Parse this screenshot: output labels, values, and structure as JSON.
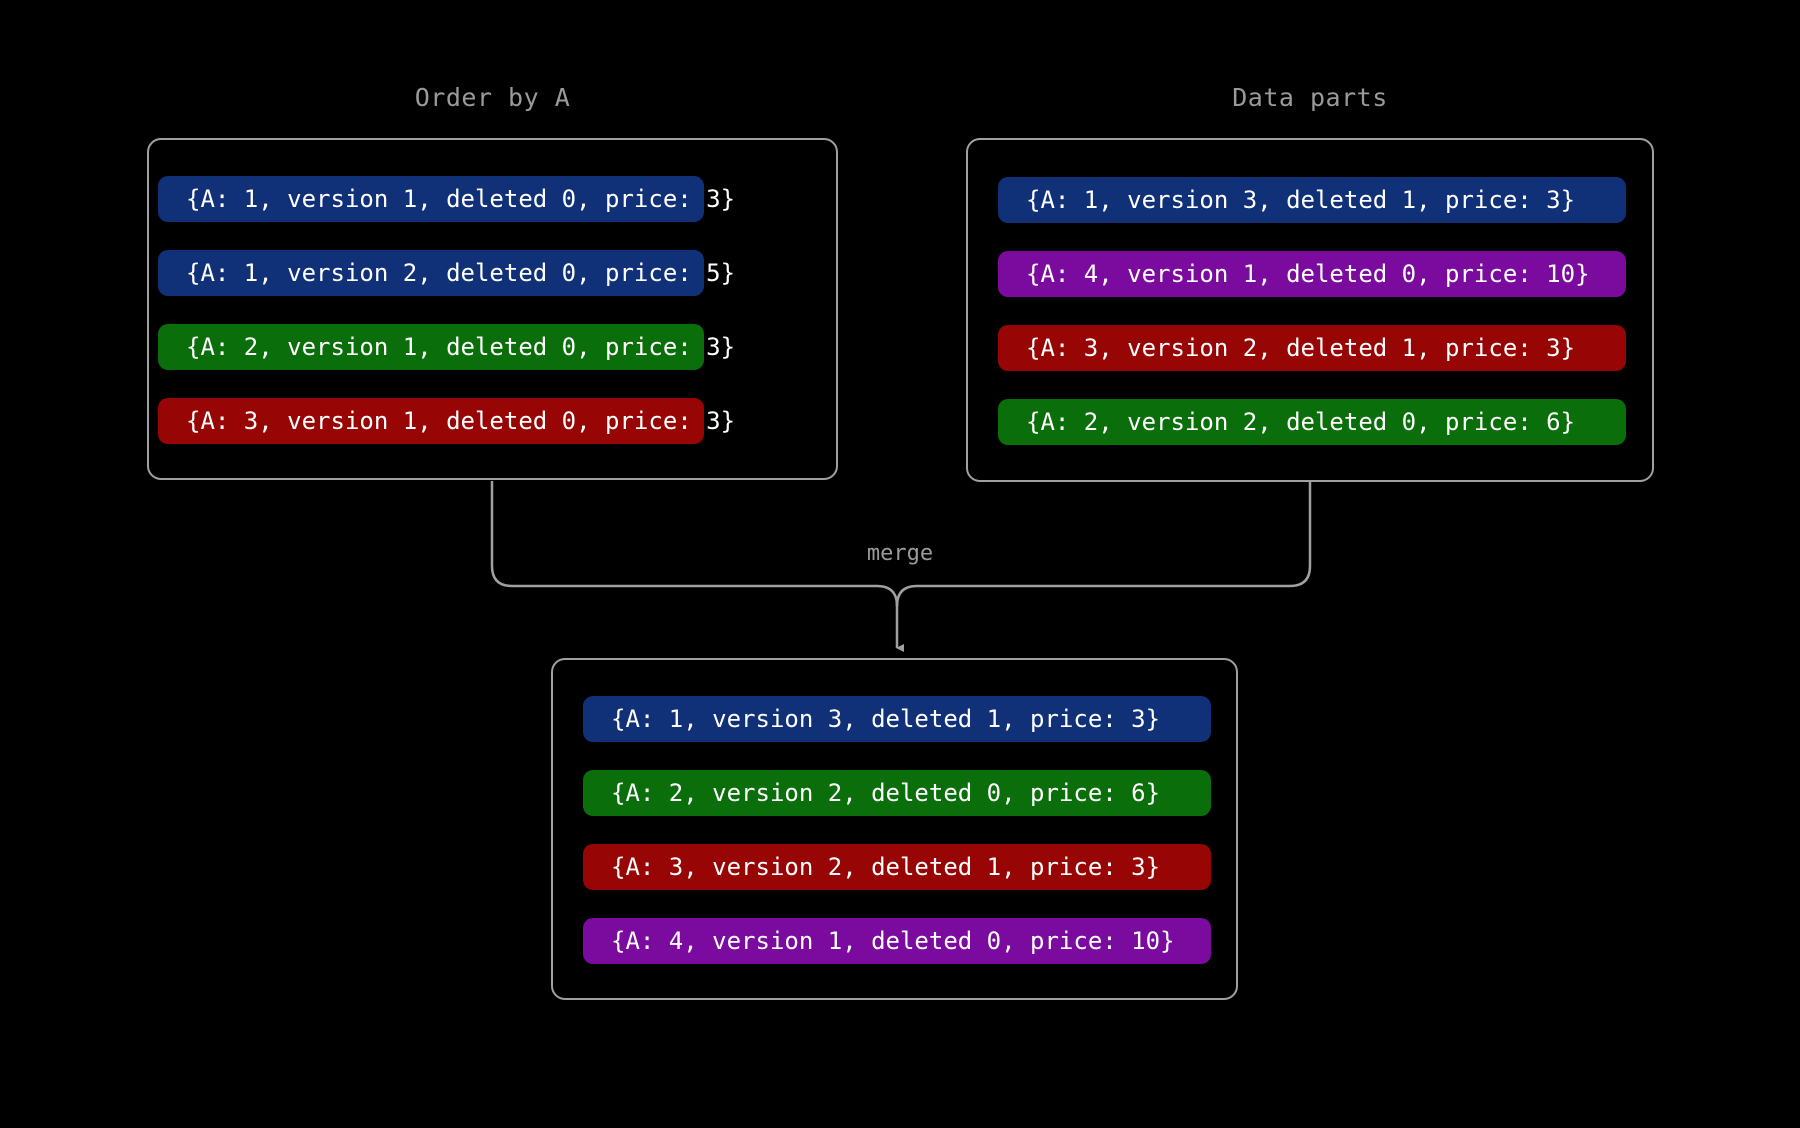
{
  "theme": {
    "background": "#000000",
    "panel_border": "#a0a0a0",
    "title_color": "#9a9a9a",
    "connector_color": "#a0a0a0",
    "pill_text_color": "#ffffff",
    "colors": {
      "blue": "#103078",
      "green": "#0a6e0a",
      "red": "#980505",
      "purple": "#7a0b9e"
    }
  },
  "panels": {
    "order_by_a": {
      "title": "Order by A",
      "rows": [
        {
          "text": "{A: 1, version 1, deleted 0, price: 3}",
          "color": "#103078",
          "color_name": "blue"
        },
        {
          "text": "{A: 1, version 2, deleted 0, price: 5}",
          "color": "#103078",
          "color_name": "blue"
        },
        {
          "text": "{A: 2, version 1, deleted 0, price: 3}",
          "color": "#0a6e0a",
          "color_name": "green"
        },
        {
          "text": "{A: 3, version 1, deleted 0, price: 3}",
          "color": "#980505",
          "color_name": "red"
        }
      ]
    },
    "data_parts": {
      "title": "Data parts",
      "rows": [
        {
          "text": "{A: 1, version 3, deleted 1, price: 3}",
          "color": "#103078",
          "color_name": "blue"
        },
        {
          "text": "{A: 4, version 1, deleted 0, price: 10}",
          "color": "#7a0b9e",
          "color_name": "purple"
        },
        {
          "text": "{A: 3, version 2, deleted 1, price: 3}",
          "color": "#980505",
          "color_name": "red"
        },
        {
          "text": "{A: 2, version 2, deleted 0, price: 6}",
          "color": "#0a6e0a",
          "color_name": "green"
        }
      ]
    },
    "merged": {
      "title": "",
      "rows": [
        {
          "text": "{A: 1, version 3, deleted 1, price: 3}",
          "color": "#103078",
          "color_name": "blue"
        },
        {
          "text": "{A: 2, version 2, deleted 0, price: 6}",
          "color": "#0a6e0a",
          "color_name": "green"
        },
        {
          "text": "{A: 3, version 2, deleted 1, price: 3}",
          "color": "#980505",
          "color_name": "red"
        },
        {
          "text": "{A: 4, version 1, deleted 0, price: 10}",
          "color": "#7a0b9e",
          "color_name": "purple"
        }
      ]
    }
  },
  "connector": {
    "label": "merge"
  }
}
